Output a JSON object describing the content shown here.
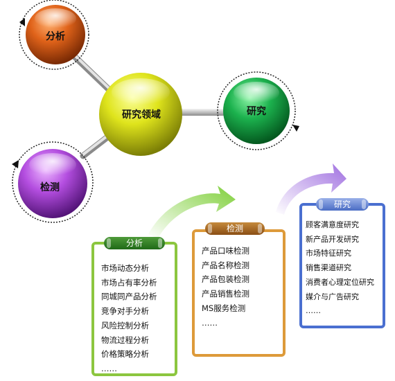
{
  "nodes": {
    "center": "研究领域",
    "analysis": "分析",
    "research": "研究",
    "detection": "检测"
  },
  "cards": {
    "analysis": {
      "title": "分析",
      "items": [
        "市场动态分析",
        "市场占有率分析",
        "同城同产品分析",
        "竞争对手分析",
        "风险控制分析",
        "物流过程分析",
        "价格策略分析",
        "……"
      ]
    },
    "detection": {
      "title": "检测",
      "items": [
        "产品口味检测",
        "产品名称检测",
        "产品包装检测",
        "产品销售检测",
        "MS服务检测",
        "……"
      ]
    },
    "research": {
      "title": "研究",
      "items": [
        "顾客满意度研究",
        "新产品开发研究",
        "市场特征研究",
        "销售渠道研究",
        "消费者心理定位研究",
        "媒介与广告研究",
        "……"
      ]
    }
  },
  "colors": {
    "analysis_sphere": "#d4570f",
    "center_sphere": "#d8de14",
    "research_sphere": "#17a84a",
    "detection_sphere": "#b24ad8",
    "green_card": "#8cc63f",
    "orange_card": "#dd9a3a",
    "blue_card": "#4a6fd0"
  }
}
